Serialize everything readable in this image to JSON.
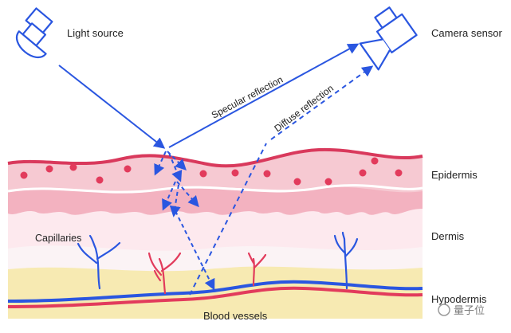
{
  "labels": {
    "light_source": "Light source",
    "camera_sensor": "Camera sensor",
    "specular_reflection": "Specular reflection",
    "diffuse_reflection": "Diffuse reflection",
    "epidermis": "Epidermis",
    "dermis": "Dermis",
    "hypodermis": "Hypodermis",
    "capillaries": "Capillaries",
    "blood_vessels": "Blood vessels",
    "watermark": "量子位"
  },
  "colors": {
    "arrow_blue": "#2a56e0",
    "epidermis_fill": "#f6c9d2",
    "epidermis_top": "#d9395c",
    "dermis_band": "#f3b2c0",
    "dermis_fill": "#fde9ee",
    "hypodermis_fill": "#f7eab2",
    "blood_red": "#e23b5c",
    "blood_blue": "#2a56e0",
    "dot": "#e23b5c",
    "label_text": "#222222"
  },
  "icons": {
    "light_source": "lamp-icon",
    "camera_sensor": "camera-icon"
  }
}
